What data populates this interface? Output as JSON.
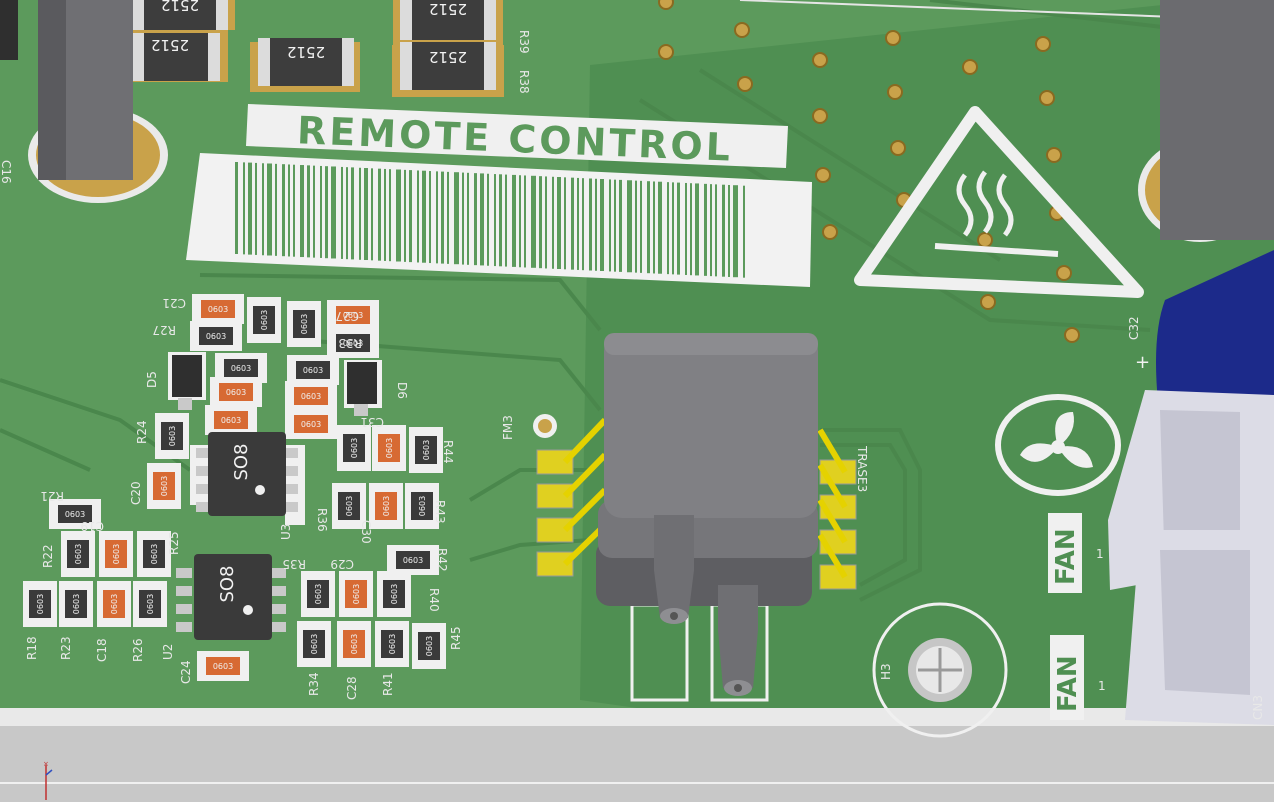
{
  "board": {
    "title_text": "REMOTE CONTROL",
    "fan_labels": [
      "FAN",
      "FAN"
    ],
    "fan_pin_numbers": [
      "1",
      "1"
    ],
    "capacitor_plus": "+",
    "resistor_package": "2512",
    "smd_package": "0603",
    "ic_package": "SO8",
    "colors": {
      "pcb_green": "#5c9a5c",
      "pcb_dark": "#4c8a4e",
      "copper_pad": "#c9a24a",
      "silkscreen": "#f2f2f2",
      "smd_orange": "#d76a33",
      "ic_body": "#3a3a3a",
      "sensor_body": "#6f6f73",
      "capacitor_blue": "#1c2a8a",
      "background": "#cfcfcf"
    }
  },
  "designators": {
    "R39": "R39",
    "R38": "R38",
    "C16": "C16",
    "C21": "C21",
    "C27": "C27",
    "R27": "R27",
    "R33": "R33",
    "D5": "D5",
    "D6": "D6",
    "R24": "R24",
    "C31": "C31",
    "R44": "R44",
    "C20": "C20",
    "U3": "U3",
    "R21": "R21",
    "R36": "R36",
    "C30": "C30",
    "R43": "R43",
    "C19": "C19",
    "R22": "R22",
    "R25": "R25",
    "R35": "R35",
    "C29": "C29",
    "R42": "R42",
    "R18": "R18",
    "R23": "R23",
    "C18": "C18",
    "R26": "R26",
    "U2": "U2",
    "C24": "C24",
    "R40": "R40",
    "R34": "R34",
    "C28": "C28",
    "R41": "R41",
    "R45": "R45",
    "FM3": "FM3",
    "TRASE3": "TRASE3",
    "C32": "C32",
    "H3": "H3",
    "CN3": "CN3"
  },
  "icons": [
    "hot-surface-warning-icon",
    "fan-icon",
    "barcode",
    "mounting-hole-icon",
    "axis-triad-icon"
  ]
}
